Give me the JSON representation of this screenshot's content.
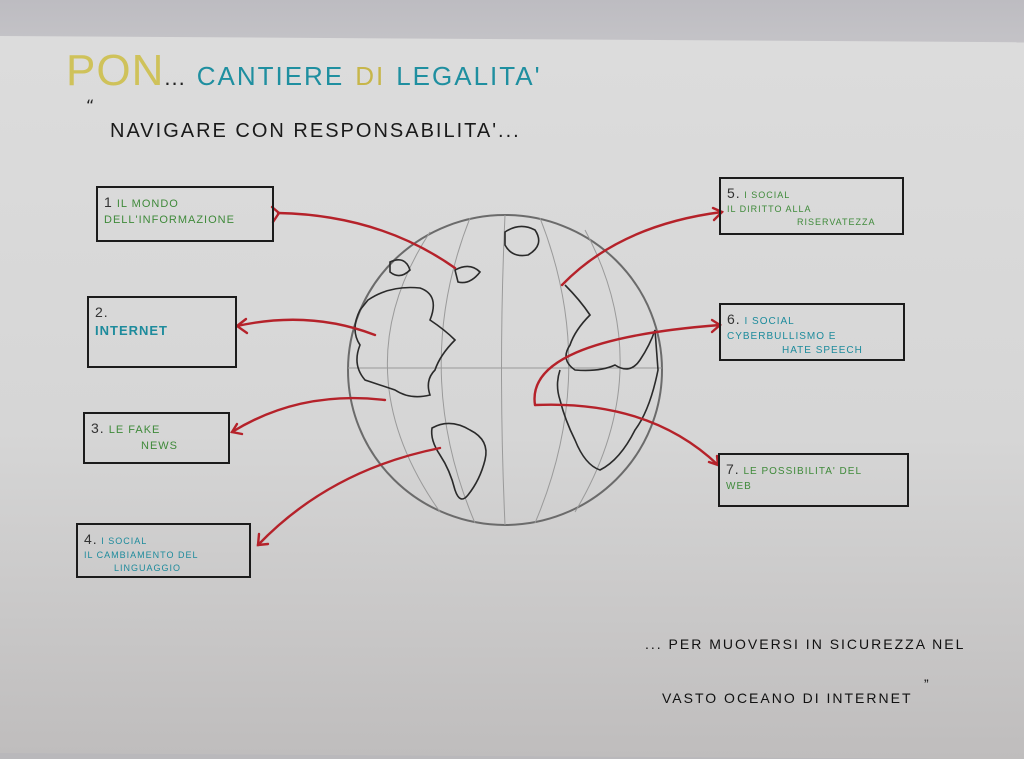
{
  "header": {
    "pon": "Pon",
    "ellipsis": "...",
    "cantiere": "Cantiere",
    "di": "di",
    "legalita": "Legalita'",
    "quote_open": "“",
    "subtitle": "Navigare con responsabilita'..."
  },
  "topics": [
    {
      "number": "1",
      "line1": "Il mondo",
      "line2": "dell'informazione",
      "text_color": "#3f8a3a"
    },
    {
      "number": "2.",
      "line1": "Internet",
      "line2": "",
      "text_color": "#1d8b9c"
    },
    {
      "number": "3.",
      "line1": "Le fake",
      "line2": "news",
      "text_color": "#3f8a3a"
    },
    {
      "number": "4.",
      "line1": "I social",
      "line2": "Il cambiamento del",
      "line3": "linguaggio",
      "text_color": "#1d8b9c"
    },
    {
      "number": "5.",
      "line1": "I social",
      "line2": "Il diritto alla",
      "line3": "riservatezza",
      "text_color": "#3f8a3a"
    },
    {
      "number": "6.",
      "line1": "I social",
      "line2": "Cyberbullismo e",
      "line3": "hate speech",
      "text_color": "#1d8b9c"
    },
    {
      "number": "7.",
      "line1": "Le possibilita' del",
      "line2": "web",
      "text_color": "#3f8a3a"
    }
  ],
  "closing": {
    "line1": "... Per muoversi in sicurezza nel",
    "line2": "vasto oceano di internet",
    "quote_close": "”"
  },
  "illustration": {
    "center": "globe-with-continents",
    "arrow_color": "#b5222a",
    "globe_stroke": "#6b6b6b"
  }
}
